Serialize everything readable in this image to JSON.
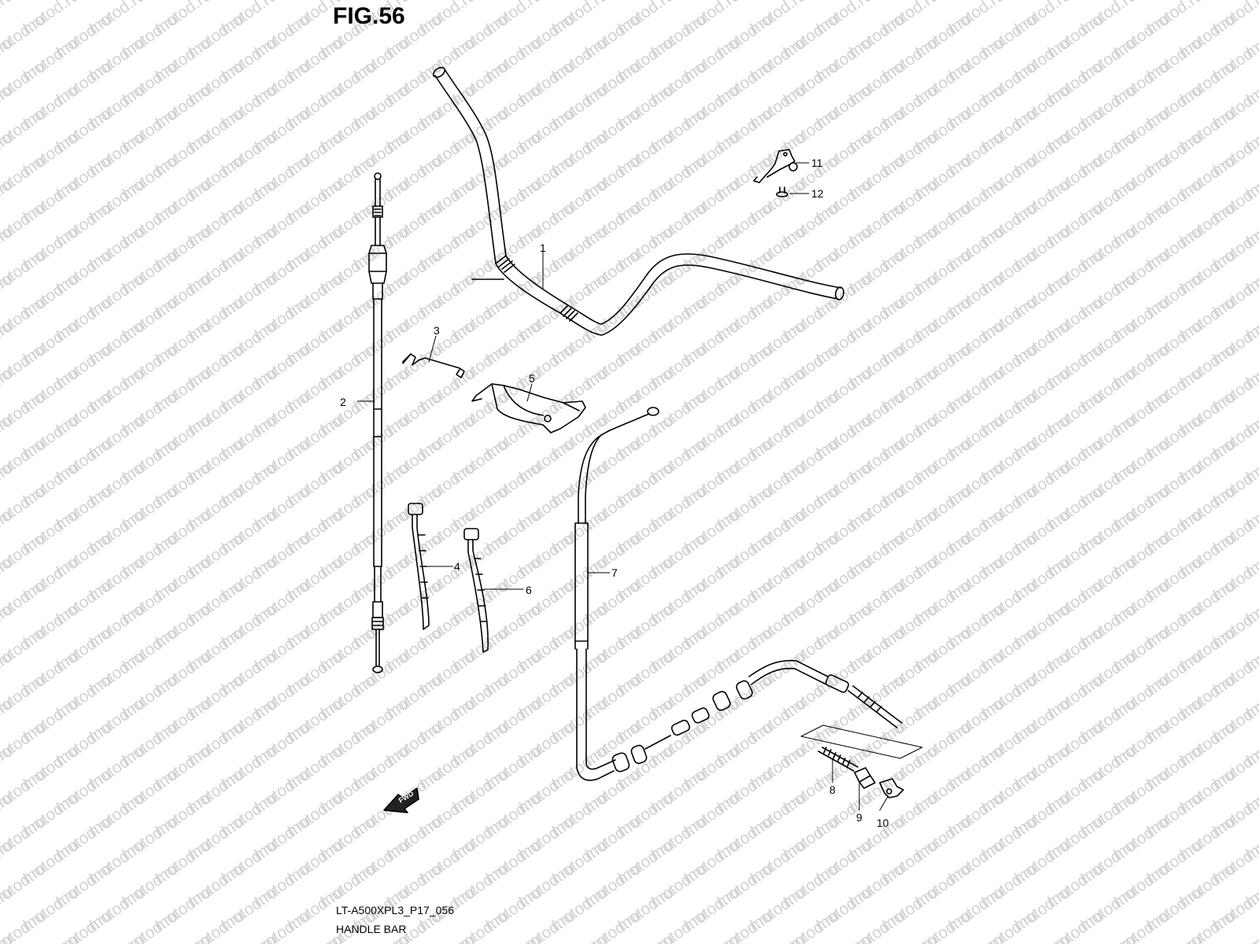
{
  "figure": {
    "title": "FIG.56",
    "drawing_code": "LT-A500XPL3_P17_056",
    "caption": "HANDLE BAR",
    "direction_marker": "FWD"
  },
  "watermark": {
    "text": "motod.ru",
    "color": "#d2d2d2"
  },
  "callouts": {
    "c1": "1",
    "c2": "2",
    "c3": "3",
    "c4": "4",
    "c5": "5",
    "c6": "6",
    "c7": "7",
    "c8": "8",
    "c9": "9",
    "c10": "10",
    "c11": "11",
    "c12": "12"
  }
}
